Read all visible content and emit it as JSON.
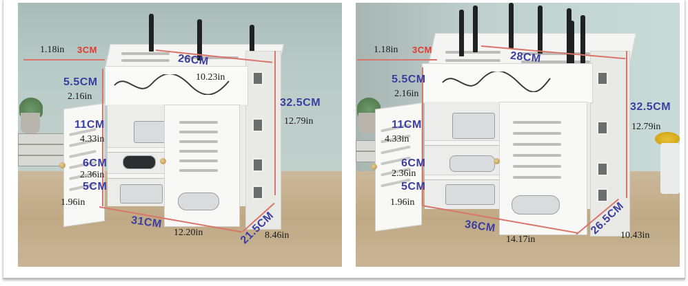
{
  "image": {
    "description": "Two product photos of white wall-style router/WiFi storage cabinets with dimension annotations",
    "panels": [
      {
        "id": "small-cabinet",
        "antenna_count": 3,
        "labels": {
          "top_offset_in": "1.18in",
          "top_offset_cm": "3CM",
          "top_width_cm": "26CM",
          "top_width_in": "10.23in",
          "drawer_height_cm": "5.5CM",
          "drawer_height_in": "2.16in",
          "shelf1_cm": "11CM",
          "shelf1_in": "4.33in",
          "shelf2_cm": "6CM",
          "shelf2_in": "2.36in",
          "shelf3_cm": "5CM",
          "shelf3_in": "1.96in",
          "total_height_cm": "32.5CM",
          "total_height_in": "12.79in",
          "base_width_cm": "31CM",
          "base_width_in": "12.20in",
          "depth_cm": "21.5CM",
          "depth_in": "8.46in"
        }
      },
      {
        "id": "large-cabinet",
        "antenna_count": 7,
        "labels": {
          "top_offset_in": "1.18in",
          "top_offset_cm": "3CM",
          "top_width_cm": "28CM",
          "drawer_height_cm": "5.5CM",
          "drawer_height_in": "2.16in",
          "shelf1_cm": "11CM",
          "shelf1_in": "4.33in",
          "shelf2_cm": "6CM",
          "shelf2_in": "2.36in",
          "shelf3_cm": "5CM",
          "shelf3_in": "1.96in",
          "total_height_cm": "32.5CM",
          "total_height_in": "12.79in",
          "base_width_cm": "36CM",
          "base_width_in": "14.17in",
          "depth_cm": "26.5CM",
          "depth_in": "10.43in"
        }
      }
    ],
    "colors": {
      "cm_label": "#3b3ea0",
      "offset_cm_label": "#e03a2e",
      "inch_label": "#1a1a1a",
      "dimension_line": "#d9766c",
      "cabinet": "#f8f8f6",
      "wall": "#b9cbc8",
      "desk": "#c4ae8c"
    }
  }
}
